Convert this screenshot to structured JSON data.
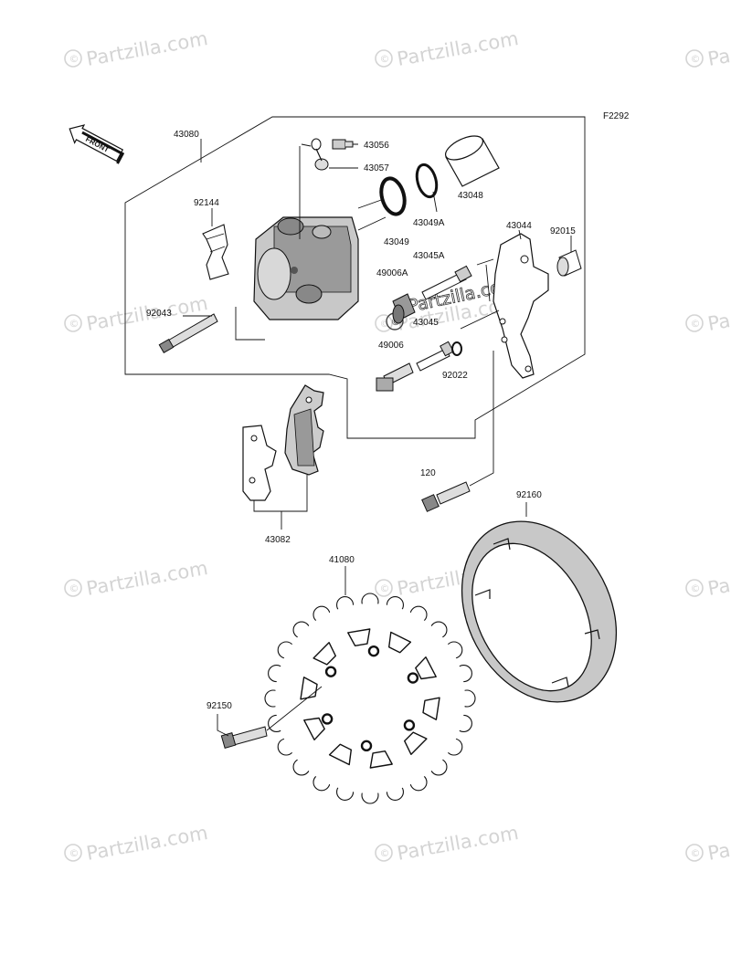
{
  "diagram_code": "F2292",
  "front_label": "FRONT",
  "watermark_text": "Partzilla.com",
  "watermark_symbol": "©",
  "parts": {
    "p43080": "43080",
    "p43056": "43056",
    "p43057": "43057",
    "p43048": "43048",
    "p92144": "92144",
    "p43049A": "43049A",
    "p43044": "43044",
    "p92015": "92015",
    "p43049": "43049",
    "p43045A": "43045A",
    "p49006A": "49006A",
    "p43045": "43045",
    "p92043": "92043",
    "p49006": "49006",
    "p92022": "92022",
    "p120": "120",
    "p92160": "92160",
    "p43082": "43082",
    "p41080": "41080",
    "p92150": "92150"
  },
  "colors": {
    "ink": "#111111",
    "watermark": "#d4d4d4",
    "part_fill": "#c8c8c8"
  }
}
